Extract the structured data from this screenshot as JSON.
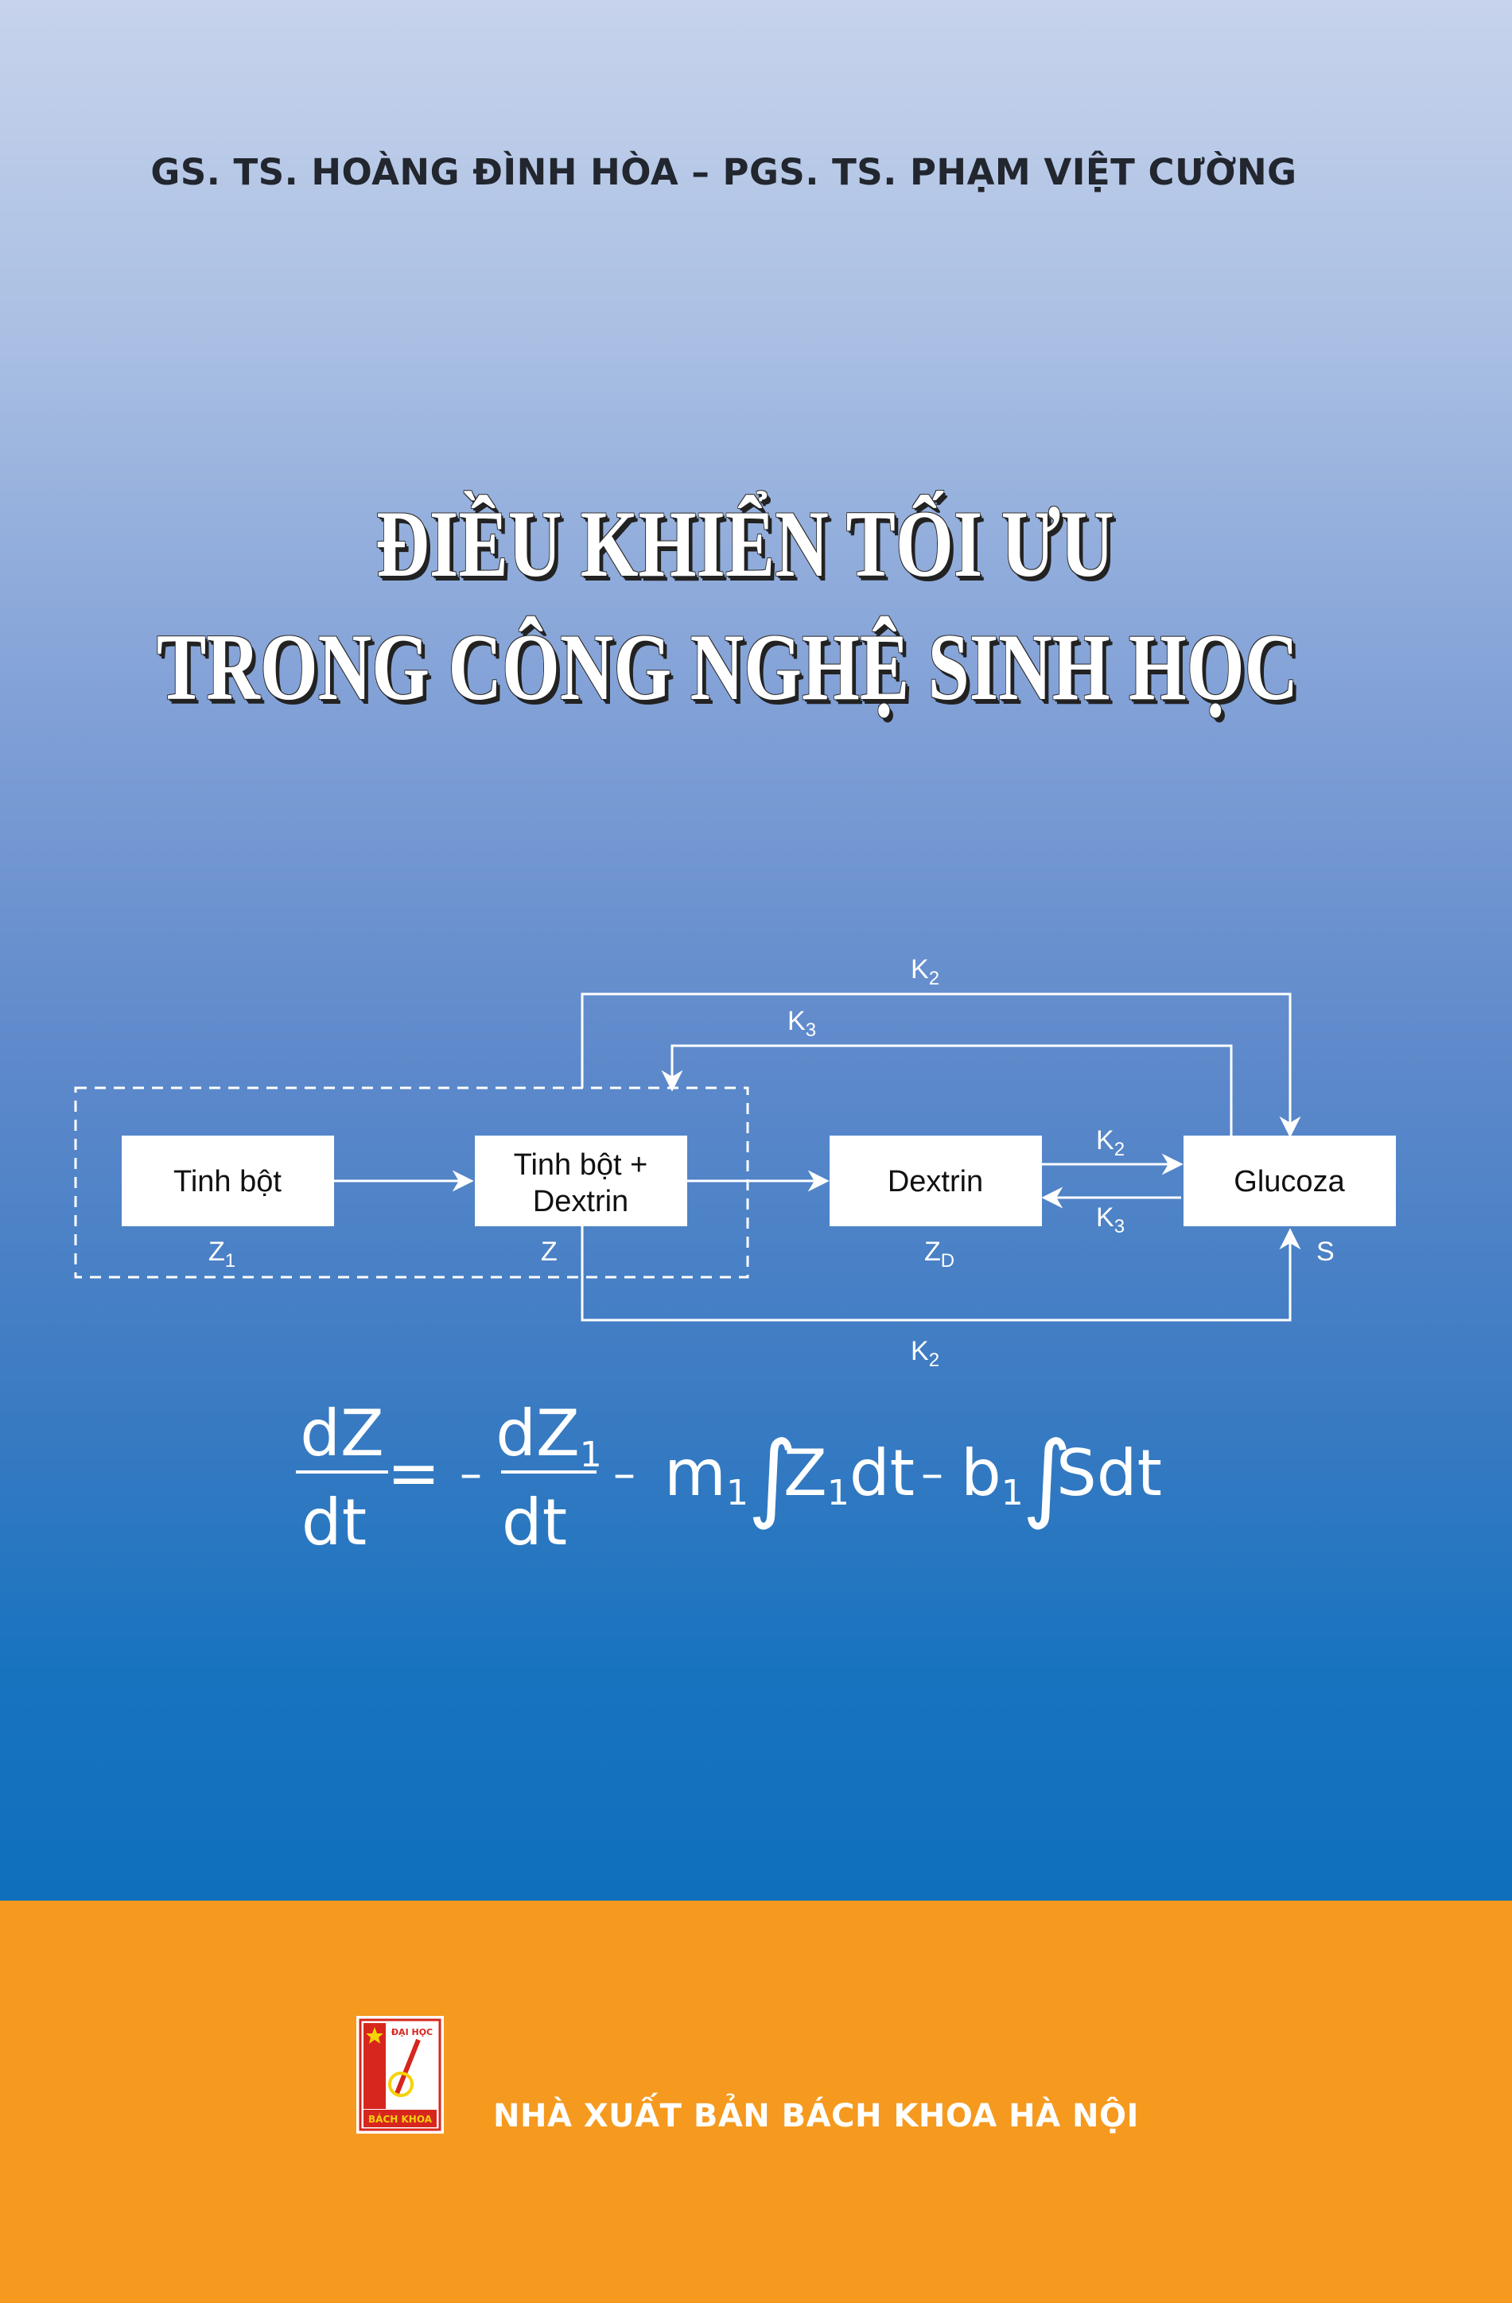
{
  "cover": {
    "authors": "GS. TS. HOÀNG ĐÌNH HÒA – PGS. TS. PHẠM VIỆT CƯỜNG",
    "title_line_1": "ĐIỀU KHIỂN TỐI ƯU",
    "title_line_2": "TRONG CÔNG NGHỆ SINH HỌC",
    "publisher": "NHÀ XUẤT BẢN BÁCH KHOA HÀ NỘI"
  },
  "diagram": {
    "boxes": {
      "tinh_bot": "Tinh bột",
      "tinh_bot_dextrin_line1": "Tinh bột +",
      "tinh_bot_dextrin_line2": "Dextrin",
      "dextrin": "Dextrin",
      "glucoza": "Glucoza"
    },
    "labels": {
      "k2_top": "K",
      "k2_top_sub": "2",
      "k3_top": "K",
      "k3_top_sub": "3",
      "k2_mid": "K",
      "k2_mid_sub": "2",
      "k3_mid": "K",
      "k3_mid_sub": "3",
      "k2_bottom": "K",
      "k2_bottom_sub": "2",
      "z1": "Z",
      "z1_sub": "1",
      "z": "Z",
      "zd": "Z",
      "zd_sub": "D",
      "s": "S"
    }
  },
  "equation": {
    "lhs_num": "dZ",
    "lhs_den": "dt",
    "equals": "=",
    "minus_1": "–",
    "rhs_num": "dZ",
    "rhs_num_sub": "1",
    "rhs_den": "dt",
    "minus_2": "–",
    "m": "m",
    "m_sub": "1",
    "integral_1": "∫",
    "z_term": "Z",
    "z_sub": "1",
    "dt_1": "dt",
    "minus_3": "–",
    "b": "b",
    "b_sub": "1",
    "integral_2": "∫",
    "sdt": "Sdt"
  },
  "logo": {
    "top_text": "ĐẠI HỌC",
    "bottom_text": "BÁCH KHOA",
    "colors": {
      "red": "#d7261e",
      "yellow": "#f5d20a"
    }
  }
}
